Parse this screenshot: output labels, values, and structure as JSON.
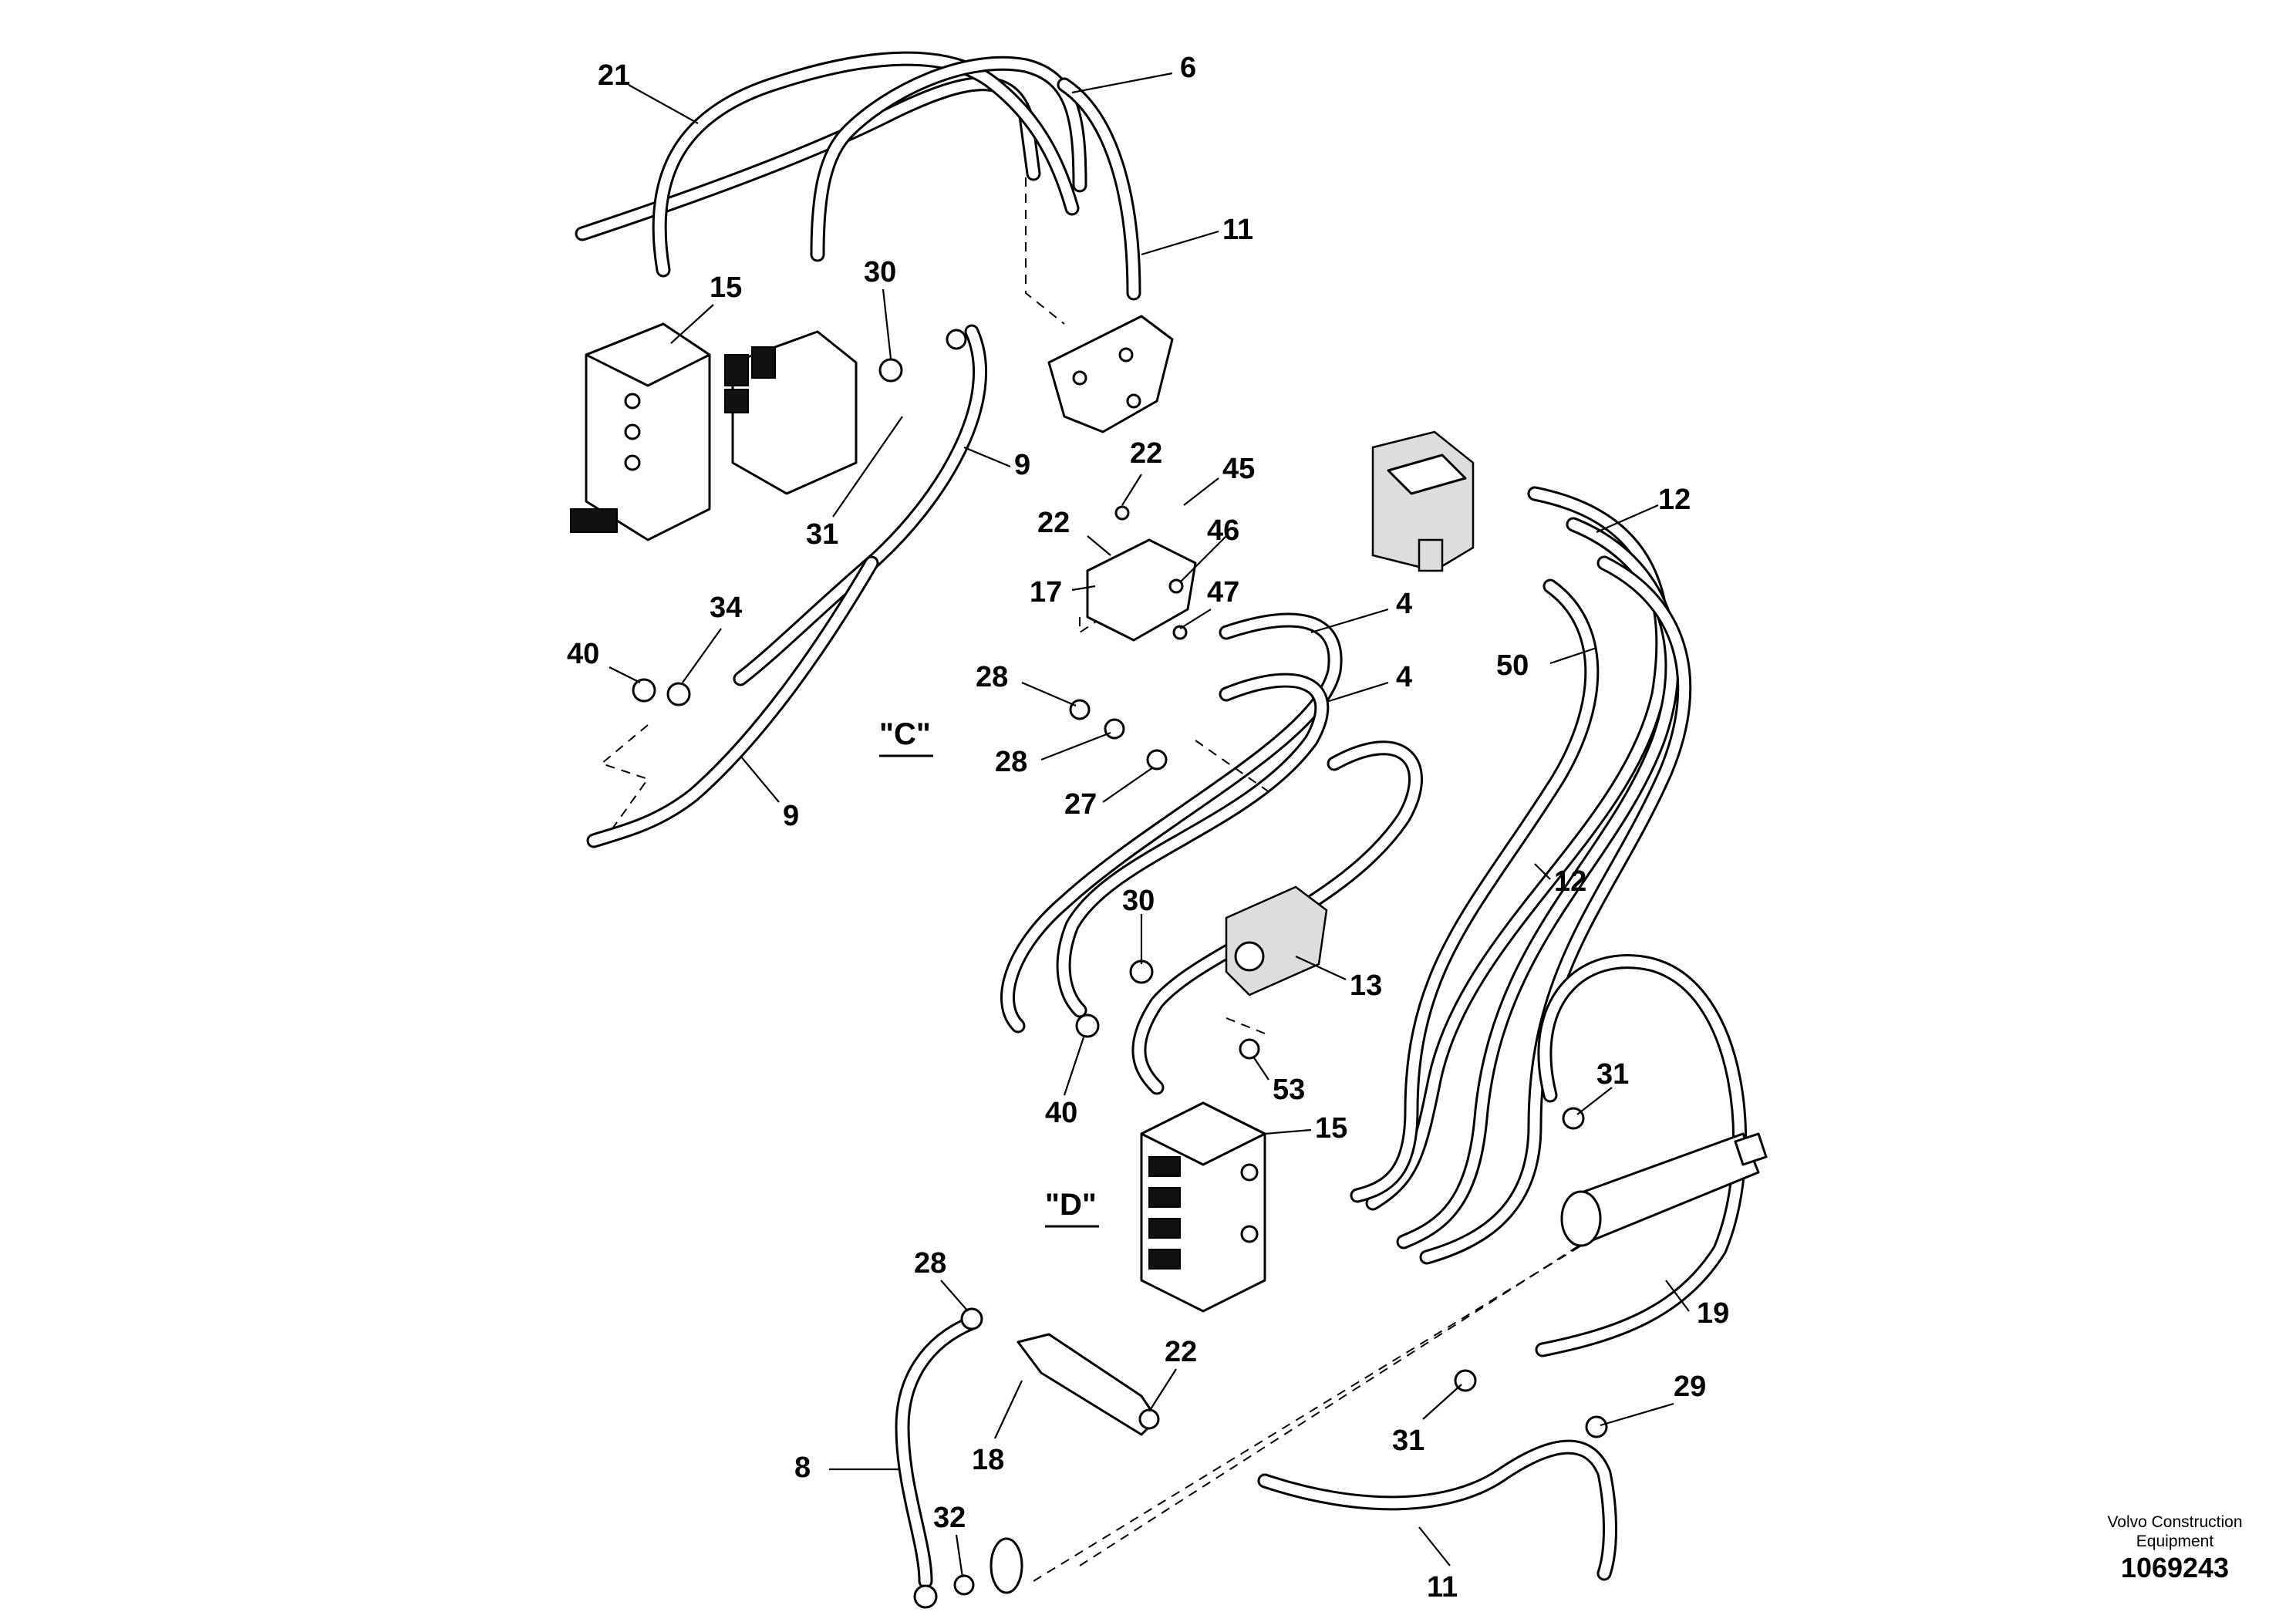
{
  "callouts": [
    {
      "id": "c21a",
      "text": "21"
    },
    {
      "id": "c6",
      "text": "6"
    },
    {
      "id": "c11a",
      "text": "11"
    },
    {
      "id": "c15a",
      "text": "15"
    },
    {
      "id": "c30a",
      "text": "30"
    },
    {
      "id": "c9a",
      "text": "9"
    },
    {
      "id": "c31a",
      "text": "31"
    },
    {
      "id": "c34",
      "text": "34"
    },
    {
      "id": "c40a",
      "text": "40"
    },
    {
      "id": "c9b",
      "text": "9"
    },
    {
      "id": "c22a",
      "text": "22"
    },
    {
      "id": "c22b",
      "text": "22"
    },
    {
      "id": "c45",
      "text": "45"
    },
    {
      "id": "c46",
      "text": "46"
    },
    {
      "id": "c17",
      "text": "17"
    },
    {
      "id": "c47",
      "text": "47"
    },
    {
      "id": "c4a",
      "text": "4"
    },
    {
      "id": "c4b",
      "text": "4"
    },
    {
      "id": "c28a",
      "text": "28"
    },
    {
      "id": "c28b",
      "text": "28"
    },
    {
      "id": "c27",
      "text": "27"
    },
    {
      "id": "c12a",
      "text": "12"
    },
    {
      "id": "c50",
      "text": "50"
    },
    {
      "id": "c12b",
      "text": "12"
    },
    {
      "id": "c30b",
      "text": "30"
    },
    {
      "id": "c13",
      "text": "13"
    },
    {
      "id": "c53",
      "text": "53"
    },
    {
      "id": "c40b",
      "text": "40"
    },
    {
      "id": "c31b",
      "text": "31"
    },
    {
      "id": "c15b",
      "text": "15"
    },
    {
      "id": "c28c",
      "text": "28"
    },
    {
      "id": "c22c",
      "text": "22"
    },
    {
      "id": "c19",
      "text": "19"
    },
    {
      "id": "c29",
      "text": "29"
    },
    {
      "id": "c31c",
      "text": "31"
    },
    {
      "id": "c8",
      "text": "8"
    },
    {
      "id": "c18",
      "text": "18"
    },
    {
      "id": "c32",
      "text": "32"
    },
    {
      "id": "c11b",
      "text": "11"
    }
  ],
  "sections": {
    "c": "\"C\"",
    "d": "\"D\""
  },
  "footer": {
    "brand_line1": "Volvo Construction",
    "brand_line2": "Equipment",
    "ref_number": "1069243"
  }
}
